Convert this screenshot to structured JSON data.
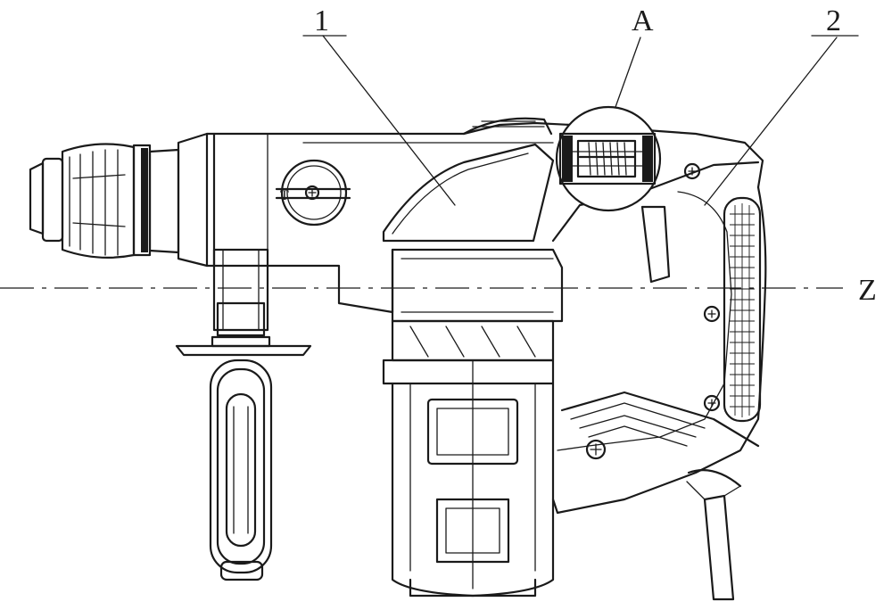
{
  "figure": {
    "labels": {
      "part_1": "1",
      "part_2": "2",
      "detail_a": "A",
      "axis_z": "Z"
    }
  },
  "colors": {
    "line": "#1a1a1a",
    "background": "#ffffff"
  }
}
